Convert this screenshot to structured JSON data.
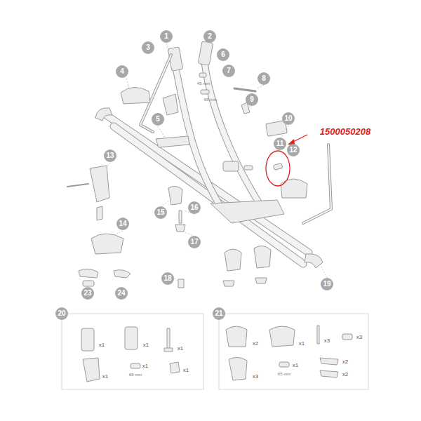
{
  "diagram": {
    "labels": [
      "1",
      "2",
      "3",
      "6",
      "4",
      "7",
      "45 mm",
      "65 mm",
      "8",
      "9",
      "5",
      "10",
      "1500050208",
      "11",
      "12",
      "13",
      "14",
      "15",
      "16",
      "17",
      "18",
      "19",
      "23",
      "24",
      "20",
      "21",
      "x1",
      "x1",
      "x1",
      "x1",
      "x1",
      "65 mm",
      "x1",
      "x2",
      "x1",
      "x3",
      "x3",
      "x3",
      "x1",
      "65 mm",
      "x2",
      "x2"
    ]
  }
}
